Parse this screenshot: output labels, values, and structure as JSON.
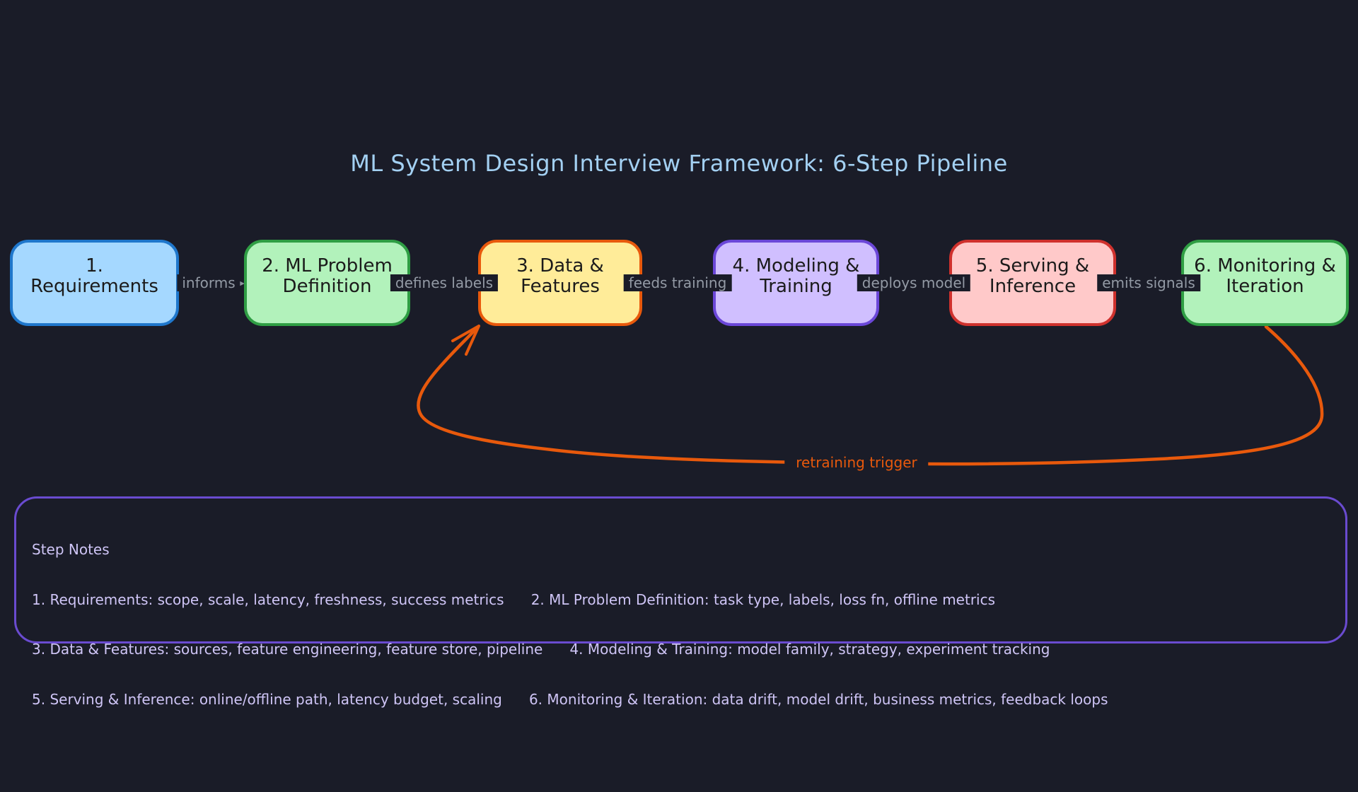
{
  "title": "ML System Design Interview Framework: 6-Step Pipeline",
  "colors": {
    "background": "#1a1c28",
    "title_text": "#a3d0f2",
    "box_text": "#1b1b1b",
    "connector_gray": "#8d949e",
    "connector_label_gray": "#939aa5",
    "retraining_orange": "#e8590c",
    "notes_border_purple": "#6a4bd0",
    "notes_text_purple": "#cfc5f6"
  },
  "pipeline": {
    "steps": [
      {
        "label": "1. Requirements",
        "fill": "#a5d8ff",
        "border": "#1f77cc"
      },
      {
        "label": "2. ML Problem Definition",
        "fill": "#b2f2bb",
        "border": "#2f9e44"
      },
      {
        "label": "3. Data & Features",
        "fill": "#ffec99",
        "border": "#e8590c"
      },
      {
        "label": "4. Modeling & Training",
        "fill": "#d0bfff",
        "border": "#6b47d8"
      },
      {
        "label": "5. Serving & Inference",
        "fill": "#ffc9c9",
        "border": "#cf312d"
      },
      {
        "label": "6. Monitoring & Iteration",
        "fill": "#b2f2bb",
        "border": "#2f9e44"
      }
    ],
    "connectors": [
      {
        "label": "informs"
      },
      {
        "label": "defines labels"
      },
      {
        "label": "feeds training"
      },
      {
        "label": "deploys model"
      },
      {
        "label": "emits signals"
      }
    ],
    "feedback_arrow": {
      "label": "retraining trigger"
    }
  },
  "notes": {
    "title": "Step Notes",
    "lines": [
      "1. Requirements: scope, scale, latency, freshness, success metrics      2. ML Problem Definition: task type, labels, loss fn, offline metrics",
      "3. Data & Features: sources, feature engineering, feature store, pipeline      4. Modeling & Training: model family, strategy, experiment tracking",
      "5. Serving & Inference: online/offline path, latency budget, scaling      6. Monitoring & Iteration: data drift, model drift, business metrics, feedback loops"
    ]
  }
}
